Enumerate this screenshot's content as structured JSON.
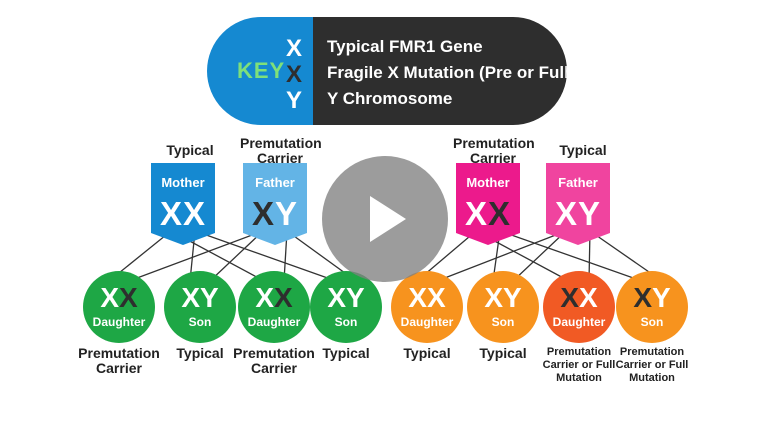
{
  "key": {
    "title": "KEY",
    "rows": [
      {
        "symbol": "X",
        "symbol_color": "#ffffff",
        "text": "Typical FMR1 Gene"
      },
      {
        "symbol": "X",
        "symbol_color": "#2e2e2e",
        "text": "Fragile X Mutation (Pre or Full)"
      },
      {
        "symbol": "Y",
        "symbol_color": "#ffffff",
        "text": "Y Chromosome"
      }
    ],
    "colors": {
      "left": "#1589d1",
      "right": "#2e2e2e",
      "key_word": "#7ee07a"
    }
  },
  "families": [
    {
      "side": "left",
      "parents": [
        {
          "label": "Typical",
          "role": "Mother",
          "chroms": [
            {
              "c": "X",
              "mut": false
            },
            {
              "c": "X",
              "mut": false
            }
          ],
          "color": "#1589d1"
        },
        {
          "label": "Premutation Carrier",
          "role": "Father",
          "chroms": [
            {
              "c": "X",
              "mut": true
            },
            {
              "c": "Y",
              "mut": false
            }
          ],
          "color": "#63b4e6"
        }
      ],
      "children": [
        {
          "role": "Daughter",
          "chroms": [
            {
              "c": "X",
              "mut": false
            },
            {
              "c": "X",
              "mut": true
            }
          ],
          "color": "#1ea745",
          "label": "Premutation Carrier"
        },
        {
          "role": "Son",
          "chroms": [
            {
              "c": "X",
              "mut": false
            },
            {
              "c": "Y",
              "mut": false
            }
          ],
          "color": "#1ea745",
          "label": "Typical"
        },
        {
          "role": "Daughter",
          "chroms": [
            {
              "c": "X",
              "mut": false
            },
            {
              "c": "X",
              "mut": true
            }
          ],
          "color": "#1ea745",
          "label": "Premutation Carrier"
        },
        {
          "role": "Son",
          "chroms": [
            {
              "c": "X",
              "mut": false
            },
            {
              "c": "Y",
              "mut": false
            }
          ],
          "color": "#1ea745",
          "label": "Typical"
        }
      ]
    },
    {
      "side": "right",
      "parents": [
        {
          "label": "Premutation Carrier",
          "role": "Mother",
          "chroms": [
            {
              "c": "X",
              "mut": false
            },
            {
              "c": "X",
              "mut": true
            }
          ],
          "color": "#ec1a8c"
        },
        {
          "label": "Typical",
          "role": "Father",
          "chroms": [
            {
              "c": "X",
              "mut": false
            },
            {
              "c": "Y",
              "mut": false
            }
          ],
          "color": "#f0449f"
        }
      ],
      "children": [
        {
          "role": "Daughter",
          "chroms": [
            {
              "c": "X",
              "mut": false
            },
            {
              "c": "X",
              "mut": false
            }
          ],
          "color": "#f7931e",
          "label": "Typical"
        },
        {
          "role": "Son",
          "chroms": [
            {
              "c": "X",
              "mut": false
            },
            {
              "c": "Y",
              "mut": false
            }
          ],
          "color": "#f7931e",
          "label": "Typical"
        },
        {
          "role": "Daughter",
          "chroms": [
            {
              "c": "X",
              "mut": true
            },
            {
              "c": "X",
              "mut": false
            }
          ],
          "color": "#f15a24",
          "label": "Premutation Carrier or Full Mutation"
        },
        {
          "role": "Son",
          "chroms": [
            {
              "c": "X",
              "mut": true
            },
            {
              "c": "Y",
              "mut": false
            }
          ],
          "color": "#f7931e",
          "label": "Premutation Carrier or Full Mutation"
        }
      ]
    }
  ],
  "player": {
    "play_icon": "play-icon"
  }
}
